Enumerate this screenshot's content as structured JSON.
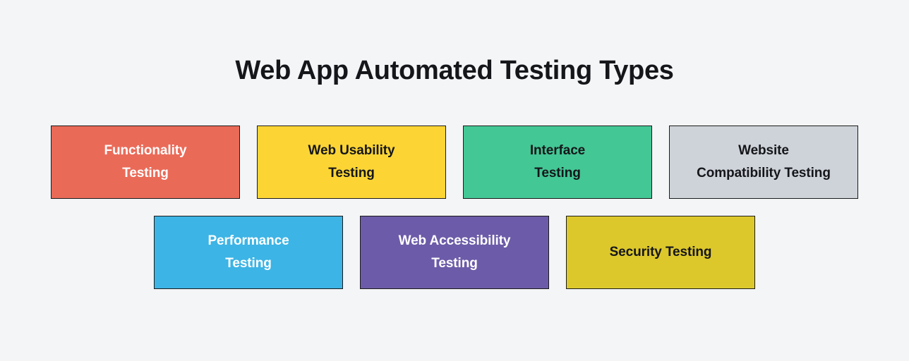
{
  "page": {
    "background_color": "#f4f5f7",
    "title": "Web App Automated Testing Types"
  },
  "diagram_data": {
    "type": "grid-of-labeled-boxes",
    "title": "Web App Automated Testing Types",
    "rows": [
      {
        "name": "row-1",
        "count": 4,
        "cards": [
          {
            "label": "Functionality\nTesting",
            "bg": "#ea6a58",
            "fg": "#ffffff",
            "border": "#1b1b1b"
          },
          {
            "label": "Web Usability\nTesting",
            "bg": "#fcd535",
            "fg": "#15161a",
            "border": "#1b1b1b"
          },
          {
            "label": "Interface\nTesting",
            "bg": "#43c795",
            "fg": "#15161a",
            "border": "#1b1b1b"
          },
          {
            "label": "Website\nCompatibility Testing",
            "bg": "#ced3d9",
            "fg": "#15161a",
            "border": "#1b1b1b"
          }
        ]
      },
      {
        "name": "row-2",
        "count": 3,
        "cards": [
          {
            "label": "Performance\nTesting",
            "bg": "#3cb4e5",
            "fg": "#ffffff",
            "border": "#1b1b1b"
          },
          {
            "label": "Web Accessibility\nTesting",
            "bg": "#6c5ba8",
            "fg": "#ffffff",
            "border": "#1b1b1b"
          },
          {
            "label": "Security Testing",
            "bg": "#ddc82c",
            "fg": "#15161a",
            "border": "#1b1b1b"
          }
        ]
      }
    ]
  }
}
